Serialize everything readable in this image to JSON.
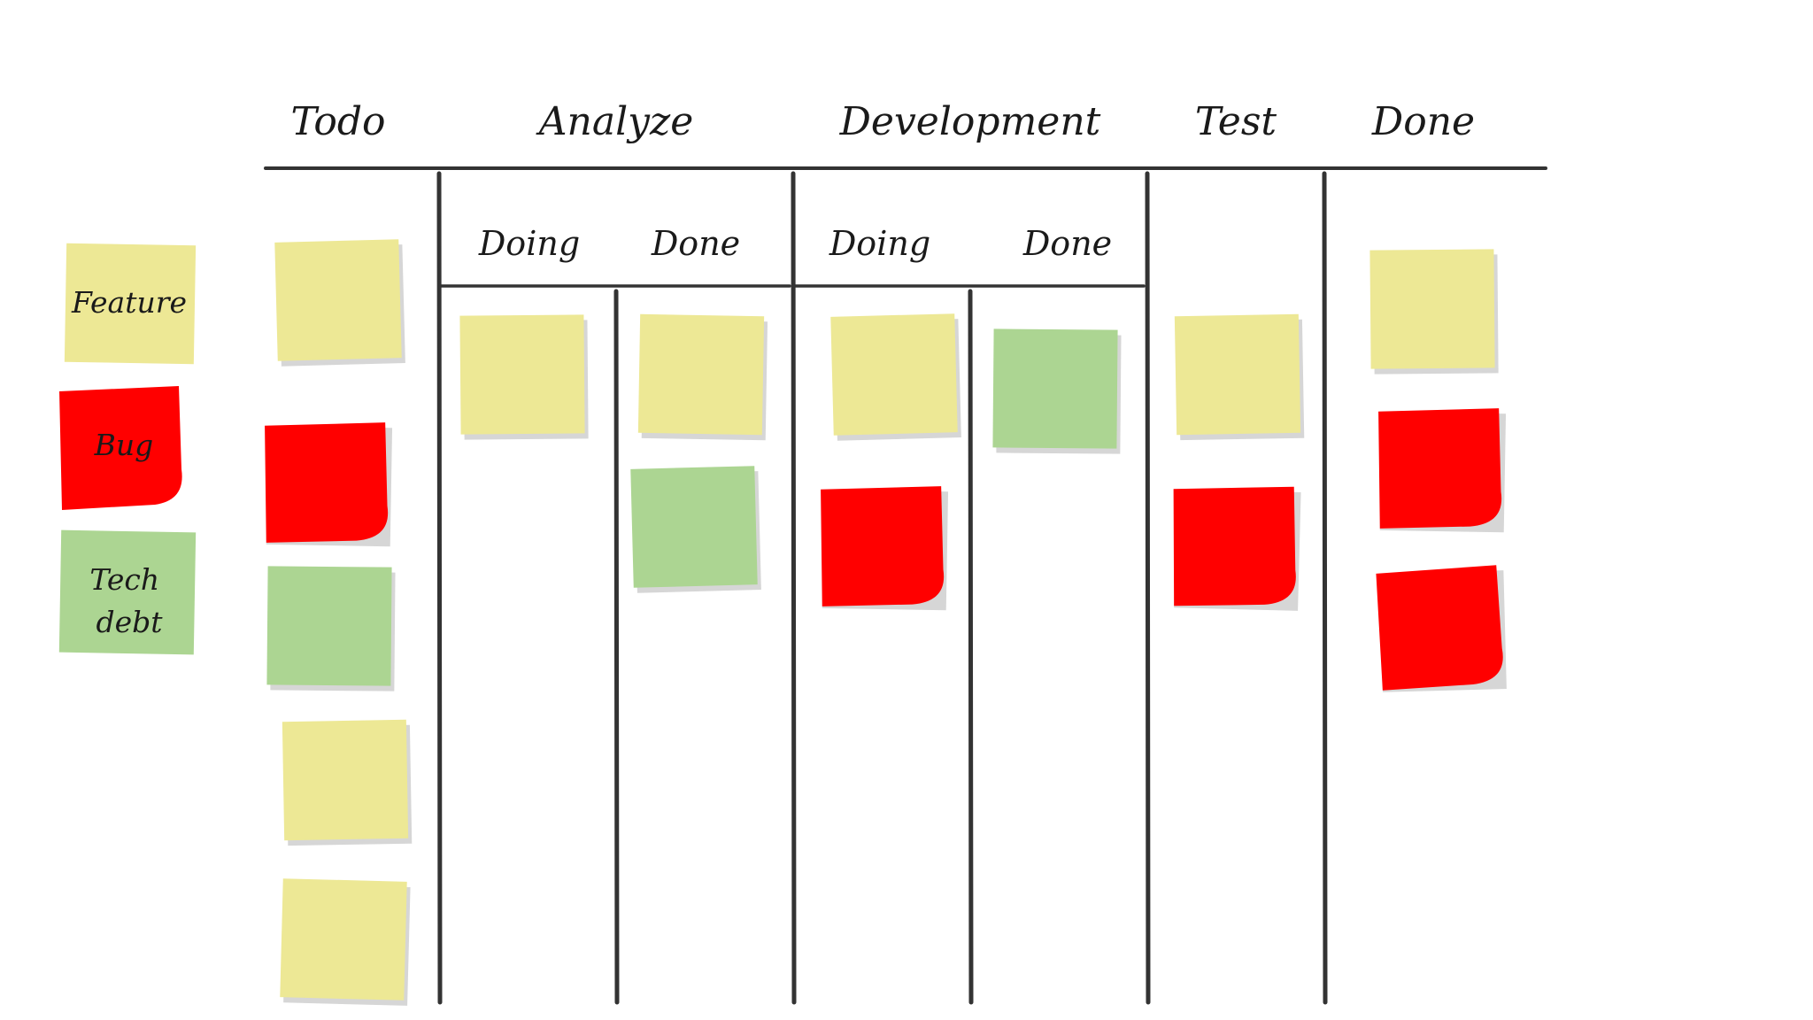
{
  "board": {
    "columns": [
      {
        "id": "todo",
        "label": "Todo"
      },
      {
        "id": "analyze",
        "label": "Analyze",
        "sub": [
          "Doing",
          "Done"
        ]
      },
      {
        "id": "development",
        "label": "Development",
        "sub": [
          "Doing",
          "Done"
        ]
      },
      {
        "id": "test",
        "label": "Test"
      },
      {
        "id": "done",
        "label": "Done"
      }
    ]
  },
  "legend": [
    {
      "label": "Feature",
      "type": "feature"
    },
    {
      "label": "Bug",
      "type": "bug"
    },
    {
      "label": "Tech debt",
      "type": "techdebt"
    }
  ],
  "card_types": {
    "feature": "#ede895",
    "bug": "#ff0000",
    "techdebt": "#acd592"
  },
  "lanes": [
    {
      "id": "todo",
      "cards": [
        "feature",
        "bug",
        "techdebt",
        "feature",
        "feature"
      ]
    },
    {
      "id": "analyze-doing",
      "cards": [
        "feature"
      ]
    },
    {
      "id": "analyze-done",
      "cards": [
        "feature",
        "techdebt"
      ]
    },
    {
      "id": "development-doing",
      "cards": [
        "feature",
        "bug"
      ]
    },
    {
      "id": "development-done",
      "cards": [
        "techdebt"
      ]
    },
    {
      "id": "test",
      "cards": [
        "feature",
        "bug"
      ]
    },
    {
      "id": "done",
      "cards": [
        "feature",
        "bug",
        "bug"
      ]
    }
  ]
}
